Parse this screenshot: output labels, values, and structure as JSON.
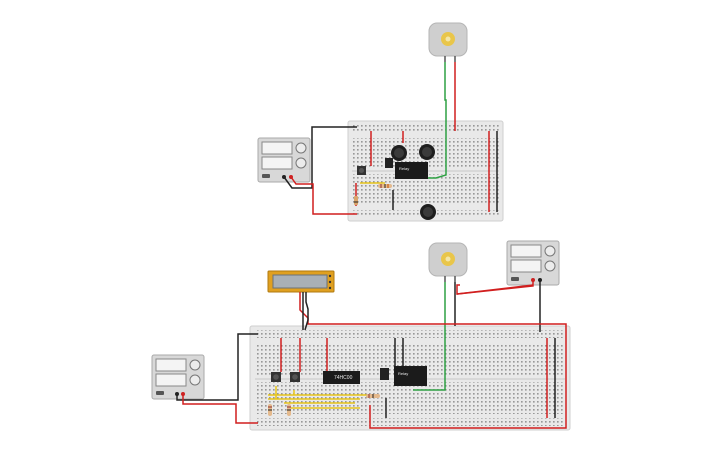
{
  "canvas": {
    "background": "#ffffff"
  },
  "colors": {
    "breadboard": "#e9e9e9",
    "breadboard_edge": "#cfcfcf",
    "hole": "#5a5a5a",
    "wire_black": "#222222",
    "wire_red": "#d11f1f",
    "wire_green": "#2ea043",
    "wire_yellow": "#e8c61a",
    "chip": "#1b1b1b",
    "psu_body": "#d8d8d8",
    "lcd_frame": "#e0a020",
    "lcd_screen": "#a9b0b6",
    "motor_body": "#cfcfcf",
    "motor_hub": "#e9c64a"
  },
  "top_circuit": {
    "motor": {
      "name": "dc-motor"
    },
    "relay": {
      "label": "Relay"
    },
    "power_supply": {
      "name": "power-supply"
    },
    "push_button": {
      "name": "push-button"
    }
  },
  "bottom_circuit": {
    "motor": {
      "name": "dc-motor"
    },
    "ic": {
      "label": "74HC00"
    },
    "relay": {
      "label": "Relay"
    },
    "lcd": {
      "name": "lcd-16x2"
    },
    "power_supply_left": {
      "name": "power-supply"
    },
    "power_supply_right": {
      "name": "power-supply"
    }
  }
}
